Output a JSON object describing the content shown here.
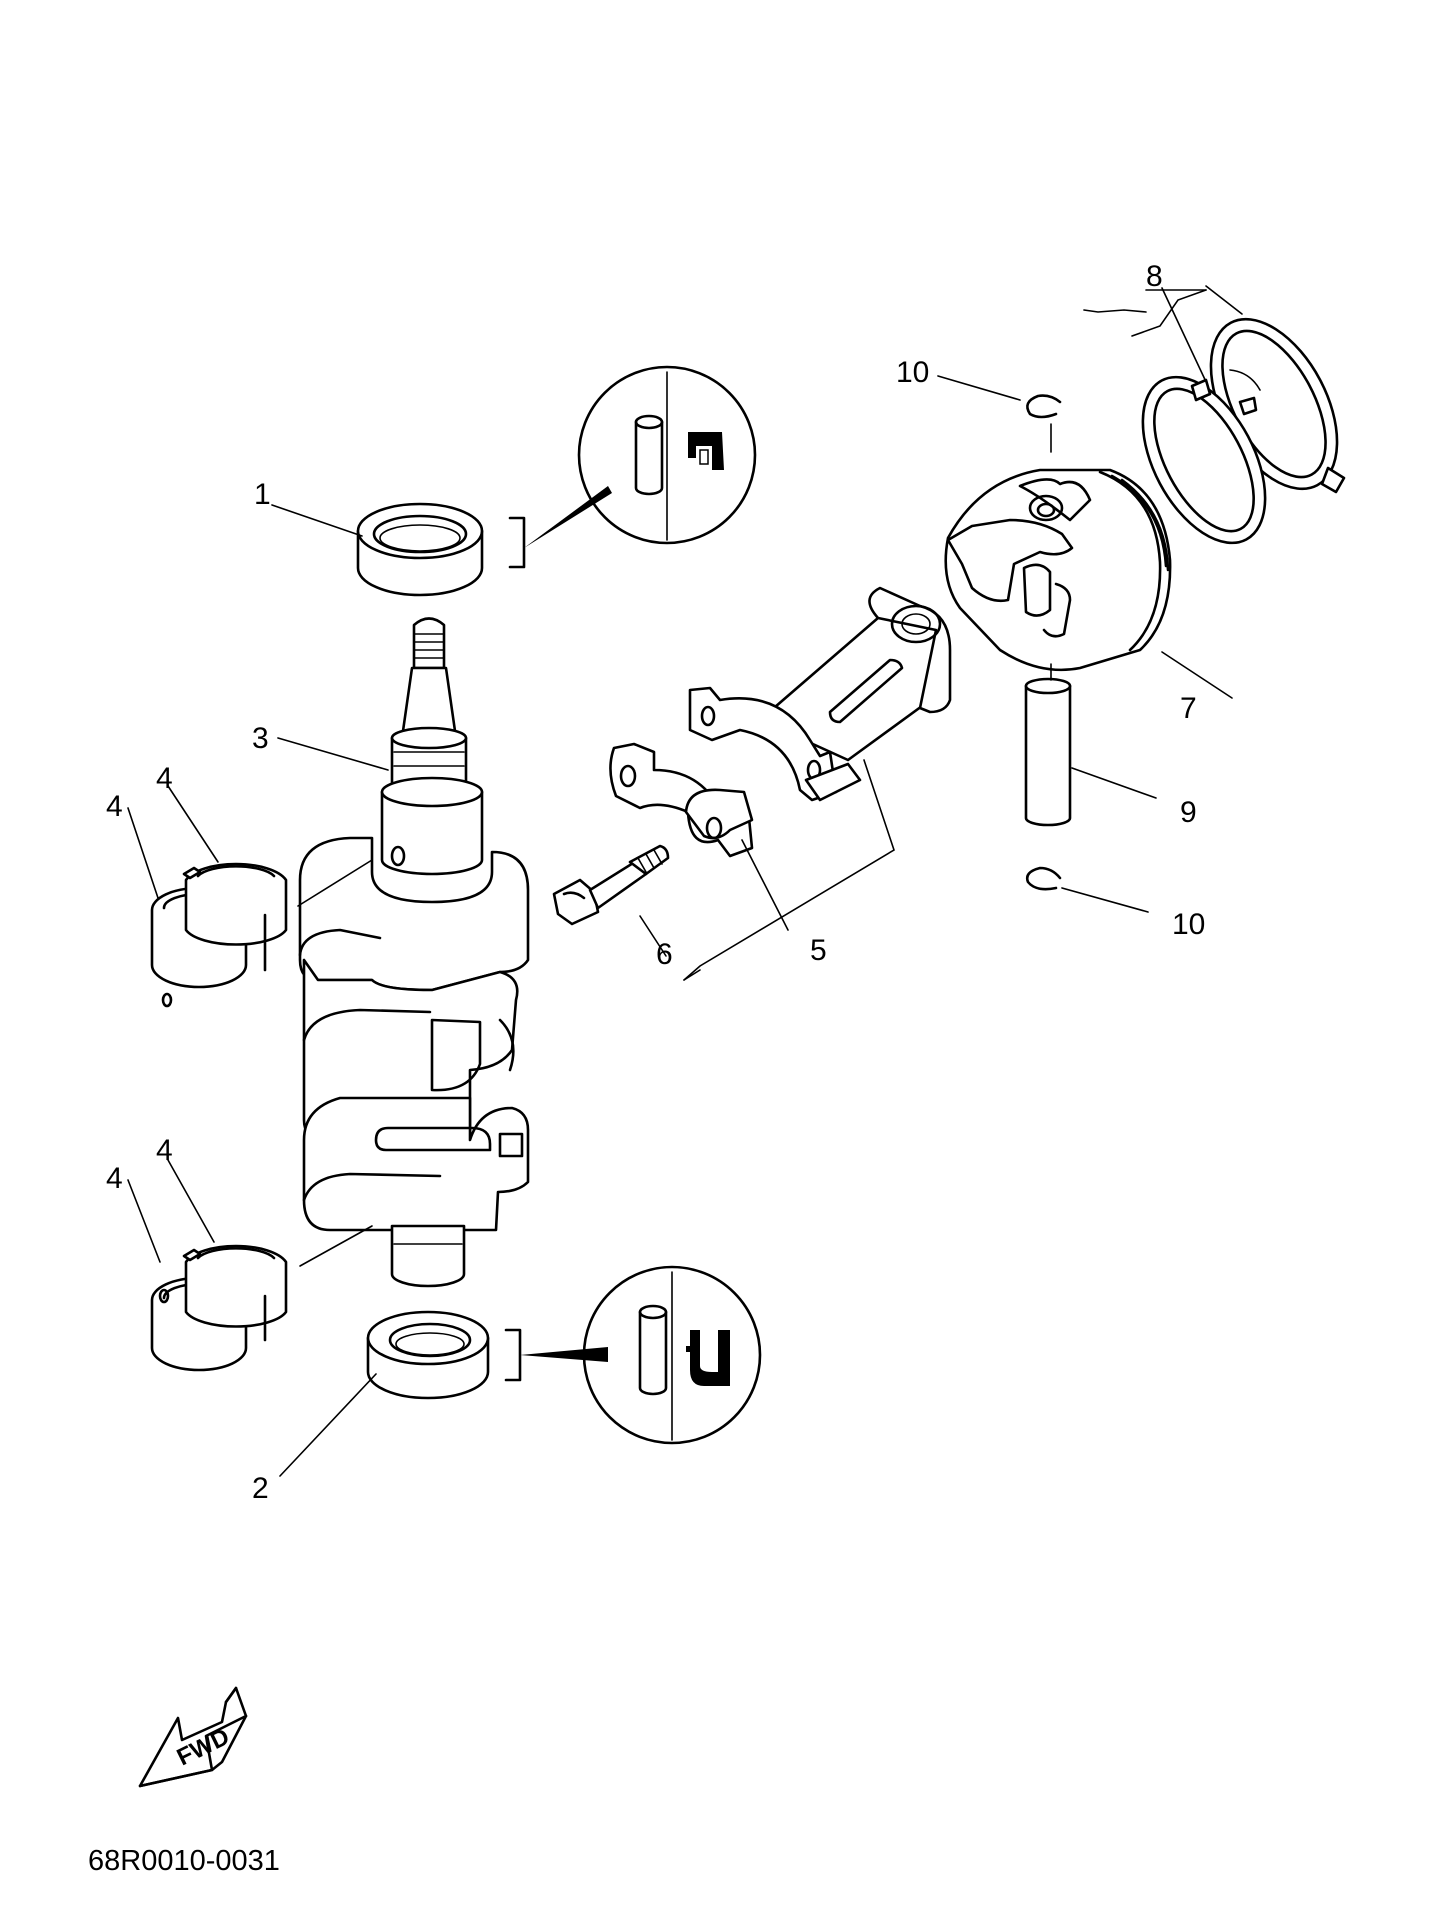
{
  "callouts": {
    "c1": "1",
    "c2": "2",
    "c3": "3",
    "c4a": "4",
    "c4b": "4",
    "c4c": "4",
    "c4d": "4",
    "c5": "5",
    "c6": "6",
    "c7": "7",
    "c8": "8",
    "c9": "9",
    "c10a": "10",
    "c10b": "10"
  },
  "fwd_label": "FWD",
  "diagram_code": "68R0010-0031",
  "icons": [
    "fwd-arrow-icon",
    "oil-seal-detail-icon"
  ]
}
